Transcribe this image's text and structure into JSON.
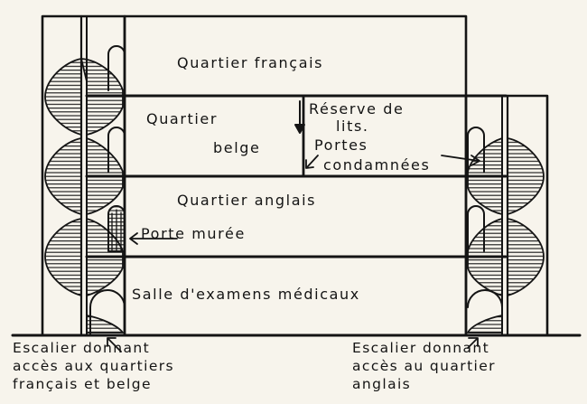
{
  "labels": {
    "quartier_francais": "Quartier français",
    "quartier_belge_line1": "Quartier",
    "quartier_belge_line2": "belge",
    "reserve_line1": "Réserve de",
    "reserve_line2": "lits.",
    "portes_line1": "Portes",
    "portes_line2": "condamnées",
    "quartier_anglais": "Quartier anglais",
    "porte_muree": "Porte murée",
    "salle_examens": "Salle d'examens médicaux"
  },
  "captions": {
    "left_line1": "Escalier donnant",
    "left_line2": "accès aux quartiers",
    "left_line3": "français et belge",
    "right_line1": "Escalier donnant",
    "right_line2": "accès au quartier",
    "right_line3": "anglais"
  },
  "colors": {
    "ink": "#141414",
    "paper": "#f7f4ec"
  }
}
